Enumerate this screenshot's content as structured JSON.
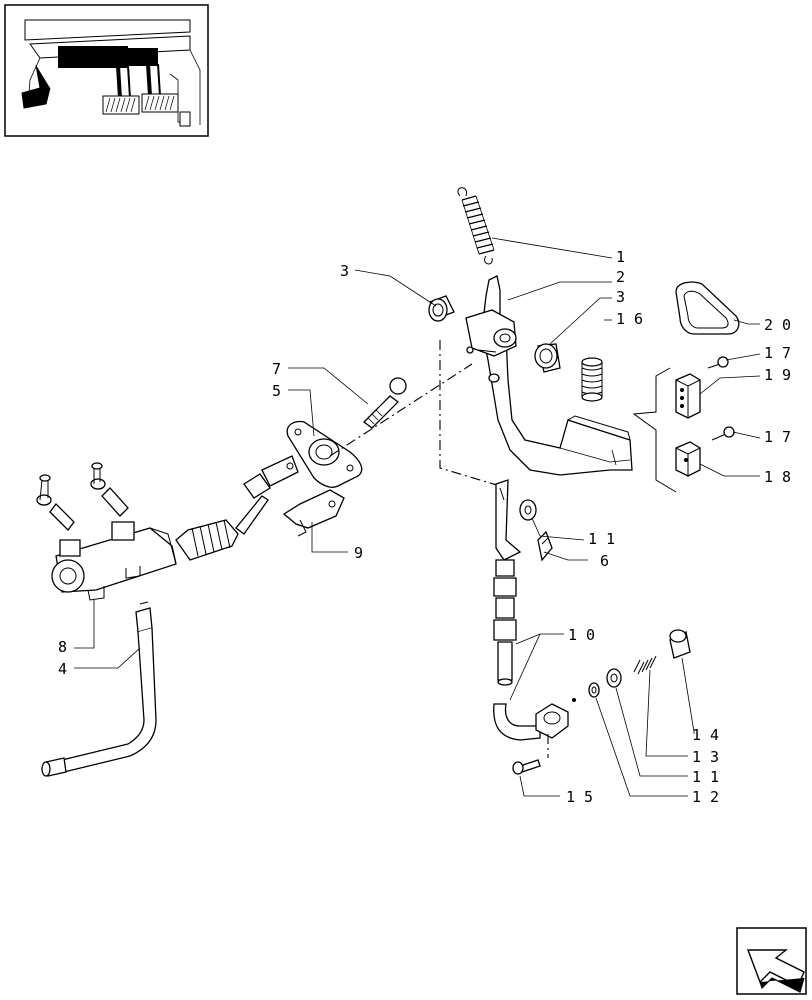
{
  "diagram": {
    "callouts": [
      {
        "id": "c1",
        "text": "1"
      },
      {
        "id": "c2",
        "text": "2"
      },
      {
        "id": "c3a",
        "text": "3"
      },
      {
        "id": "c3b",
        "text": "3"
      },
      {
        "id": "c16",
        "text": "1 6"
      },
      {
        "id": "c20",
        "text": "2 0"
      },
      {
        "id": "c17a",
        "text": "1 7"
      },
      {
        "id": "c19",
        "text": "1 9"
      },
      {
        "id": "c17b",
        "text": "1 7"
      },
      {
        "id": "c18",
        "text": "1 8"
      },
      {
        "id": "c7",
        "text": "7"
      },
      {
        "id": "c5",
        "text": "5"
      },
      {
        "id": "c9",
        "text": "9"
      },
      {
        "id": "c11a",
        "text": "1 1"
      },
      {
        "id": "c6",
        "text": "6"
      },
      {
        "id": "c10",
        "text": "1 0"
      },
      {
        "id": "c8",
        "text": "8"
      },
      {
        "id": "c4",
        "text": "4"
      },
      {
        "id": "c14",
        "text": "1 4"
      },
      {
        "id": "c13",
        "text": "1 3"
      },
      {
        "id": "c11b",
        "text": "1 1"
      },
      {
        "id": "c15",
        "text": "1 5"
      },
      {
        "id": "c12",
        "text": "1 2"
      }
    ]
  }
}
